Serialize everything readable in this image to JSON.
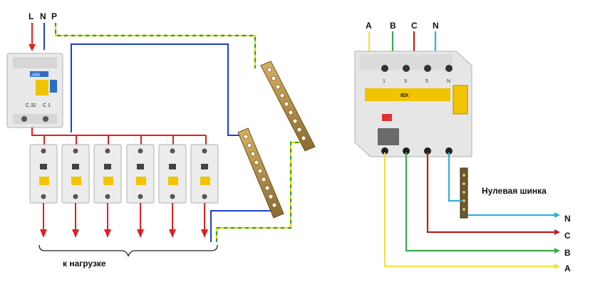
{
  "left_diagram": {
    "supply_labels": [
      "L",
      "N",
      "P"
    ],
    "difavtomat_brand": "ABB",
    "difavtomat_rating_left": "C 32",
    "difavtomat_rating_right": "C 1",
    "breaker_count": 6,
    "load_label": "к нагрузке"
  },
  "right_diagram": {
    "top_phase_labels": [
      "A",
      "B",
      "C",
      "N"
    ],
    "rcd_brand": "IEK",
    "terminal_numbers": [
      "1",
      "3",
      "5",
      "N"
    ],
    "neutral_bus_label": "Нулевая шинка",
    "output_labels": [
      "N",
      "C",
      "B",
      "A"
    ]
  },
  "colors": {
    "phase": "#e02020",
    "neutral": "#1f3fc8",
    "earth_yellow": "#e8d800",
    "earth_green": "#2aa03a",
    "wire_a": "#f0e040",
    "wire_b": "#3aaa4a",
    "wire_c": "#b82020",
    "wire_n": "#30b0d8"
  }
}
